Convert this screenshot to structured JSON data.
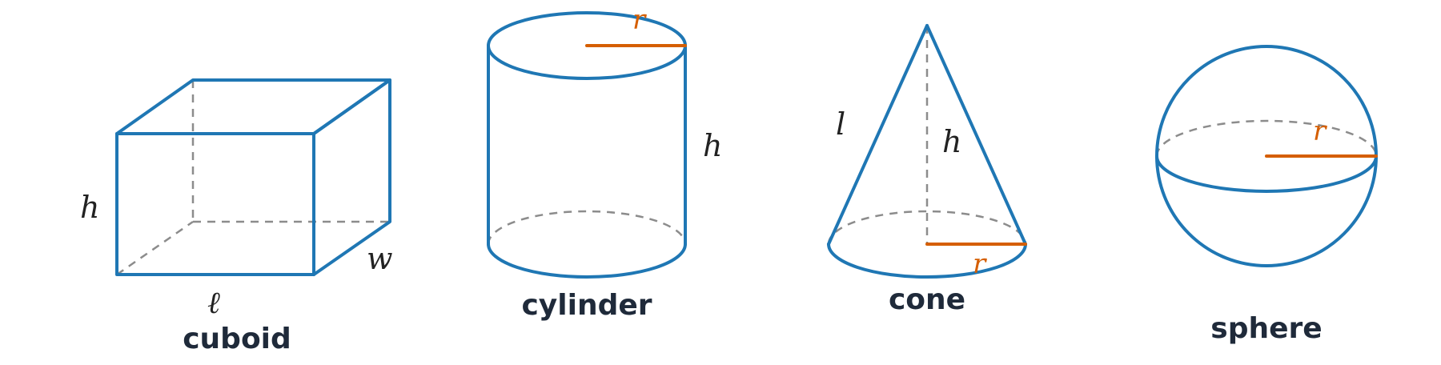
{
  "colors": {
    "edge": "#1f77b4",
    "hidden_edge": "#8c8c8c",
    "radius": "#d55e00",
    "text": "#1f2a3a"
  },
  "shapes": {
    "cuboid": {
      "name": "cuboid",
      "length": "ℓ",
      "width": "w",
      "height": "h"
    },
    "cylinder": {
      "name": "cylinder",
      "radius": "r",
      "height": "h"
    },
    "cone": {
      "name": "cone",
      "slant": "l",
      "height": "h",
      "radius": "r"
    },
    "sphere": {
      "name": "sphere",
      "radius": "r"
    }
  }
}
